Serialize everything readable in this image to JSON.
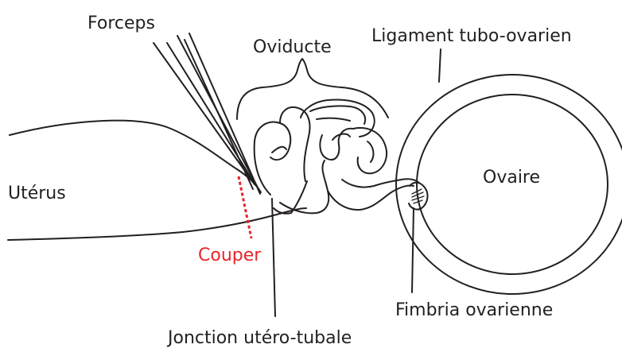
{
  "labels": {
    "forceps": "Forceps",
    "oviducte": "Oviducte",
    "ligament": "Ligament tubo-ovarien",
    "uterus": "Utérus",
    "ovaire": "Ovaire",
    "couper": "Couper",
    "fimbria": "Fimbria ovarienne",
    "jonction": "Jonction utéro-tubale"
  },
  "colors": {
    "ink": "#231f20",
    "cut": "#e8242b"
  }
}
